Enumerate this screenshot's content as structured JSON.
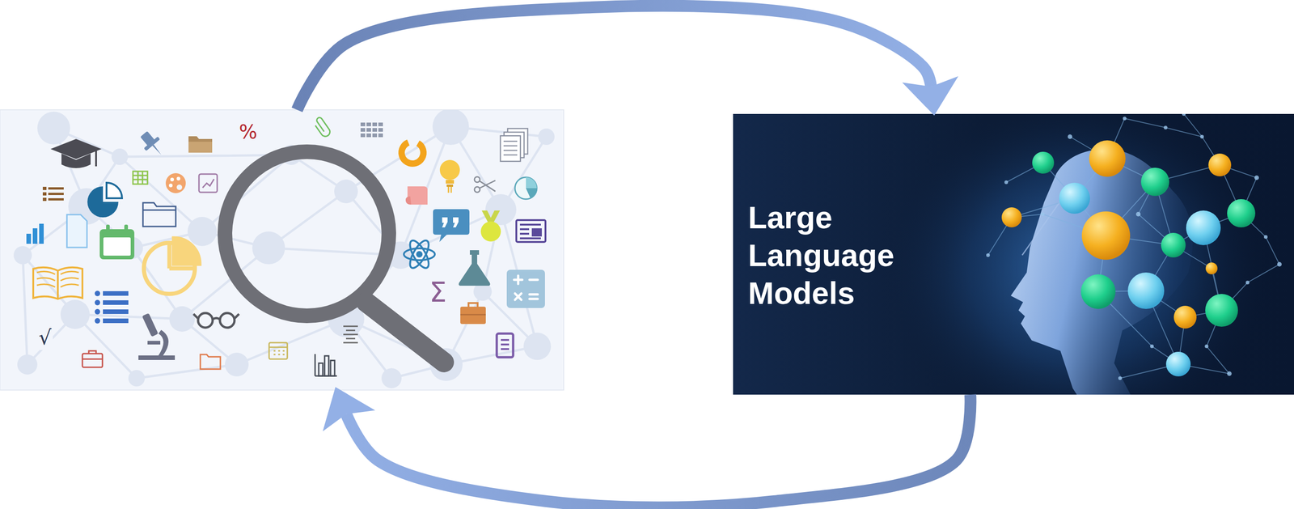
{
  "diagram": {
    "nodes": [
      {
        "text": [
          "%",
          "Σ",
          "√"
        ]
      },
      {
        "text": [
          "Large Language Models"
        ]
      }
    ],
    "edges": [
      {
        "from": 0,
        "to": 1,
        "arrow": "to"
      },
      {
        "from": 1,
        "to": 0,
        "arrow": "to"
      }
    ]
  }
}
